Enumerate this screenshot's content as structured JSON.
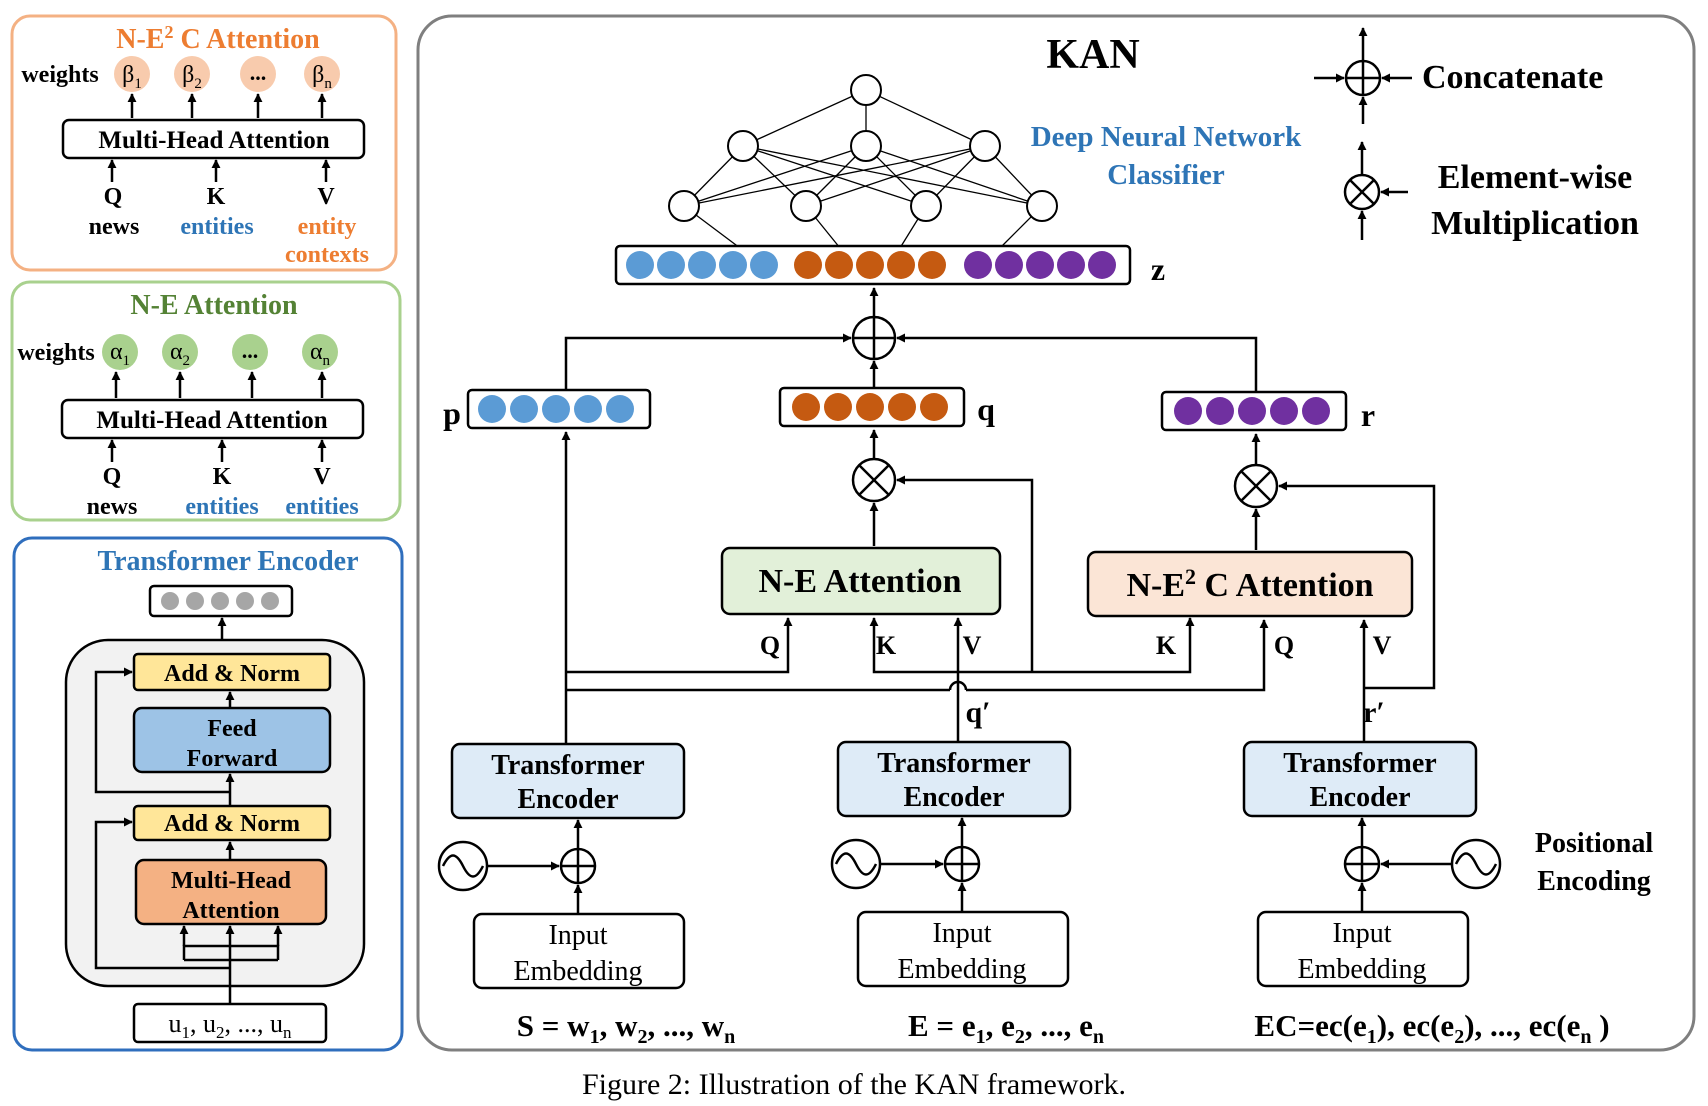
{
  "colors": {
    "blue": "#5b9bd5",
    "orange": "#c55a11",
    "purple": "#7030a0",
    "gray_dot": "#a6a6a6",
    "orange_text": "#ed7d31",
    "blue_text": "#2e75b6",
    "green_text": "#548235",
    "blue_border": "#2f6ebd",
    "orange_border": "#f4b183",
    "green_border": "#a9d18e",
    "encoder_fill": "#deebf7",
    "ne_fill": "#e2f0d9",
    "ne2c_fill": "#fbe5d6",
    "addnorm_fill": "#ffe699",
    "feedforward_fill": "#9dc3e6",
    "mha_fill": "#f4b183",
    "weight_peach": "#f8cbad",
    "weight_green": "#a9d18e"
  },
  "ne2c_panel": {
    "title_main": "N-E",
    "title_sup": "2",
    "title_rest": " C Attention",
    "weights_label": "weights",
    "weights": [
      {
        "base": "β",
        "sub": "1"
      },
      {
        "base": "β",
        "sub": "2"
      },
      {
        "base": "...",
        "sub": ""
      },
      {
        "base": "β",
        "sub": "n"
      }
    ],
    "mha_label": "Multi-Head Attention",
    "q_label": "Q",
    "k_label": "K",
    "v_label": "V",
    "q_source": "news",
    "k_source": "entities",
    "v_source_line1": "entity",
    "v_source_line2": "contexts"
  },
  "ne_panel": {
    "title": "N-E Attention",
    "weights_label": "weights",
    "weights": [
      {
        "base": "α",
        "sub": "1"
      },
      {
        "base": "α",
        "sub": "2"
      },
      {
        "base": "...",
        "sub": ""
      },
      {
        "base": "α",
        "sub": "n"
      }
    ],
    "mha_label": "Multi-Head Attention",
    "q_label": "Q",
    "k_label": "K",
    "v_label": "V",
    "q_source": "news",
    "k_source": "entities",
    "v_source": "entities"
  },
  "encoder_panel": {
    "title": "Transformer Encoder",
    "add_norm": "Add & Norm",
    "feed_forward_line1": "Feed",
    "feed_forward_line2": "Forward",
    "mha_line1": "Multi-Head",
    "mha_line2": "Attention",
    "input_parts": [
      {
        "base": "u",
        "sub": "1"
      },
      {
        "base": ", u",
        "sub": "2"
      },
      {
        "base": ", ..., u",
        "sub": "n"
      }
    ]
  },
  "main": {
    "title": "KAN",
    "dnn_line1": "Deep Neural Network",
    "dnn_line2": "Classifier",
    "legend_concat": "Concatenate",
    "legend_mult_line1": "Element-wise",
    "legend_mult_line2": "Multiplication",
    "z_label": "z",
    "p_label": "p",
    "q_label": "q",
    "r_label": "r",
    "ne_attention_label": "N-E Attention",
    "ne2c_main": "N-E",
    "ne2c_sup": "2",
    "ne2c_rest": " C Attention",
    "Q": "Q",
    "K": "K",
    "V": "V",
    "q_prime": "q′",
    "r_prime": "r′",
    "encoder_line1": "Transformer",
    "encoder_line2": "Encoder",
    "input_line1": "Input",
    "input_line2": "Embedding",
    "pos_enc_line1": "Positional",
    "pos_enc_line2": "Encoding",
    "seq_s": [
      {
        "base": "S = w",
        "sub": "1"
      },
      {
        "base": ", w",
        "sub": "2"
      },
      {
        "base": ", ..., w",
        "sub": "n"
      }
    ],
    "seq_e": [
      {
        "base": "E = e",
        "sub": "1"
      },
      {
        "base": ", e",
        "sub": "2"
      },
      {
        "base": ", ..., e",
        "sub": "n"
      }
    ],
    "seq_ec": [
      {
        "base": "EC=ec(e",
        "sub": "1"
      },
      {
        "base": "), ec(e",
        "sub": "2"
      },
      {
        "base": "), ..., ec(e",
        "sub": "n"
      },
      {
        "base": " )",
        "sub": ""
      }
    ]
  },
  "caption": "Figure 2: Illustration of the KAN framework."
}
